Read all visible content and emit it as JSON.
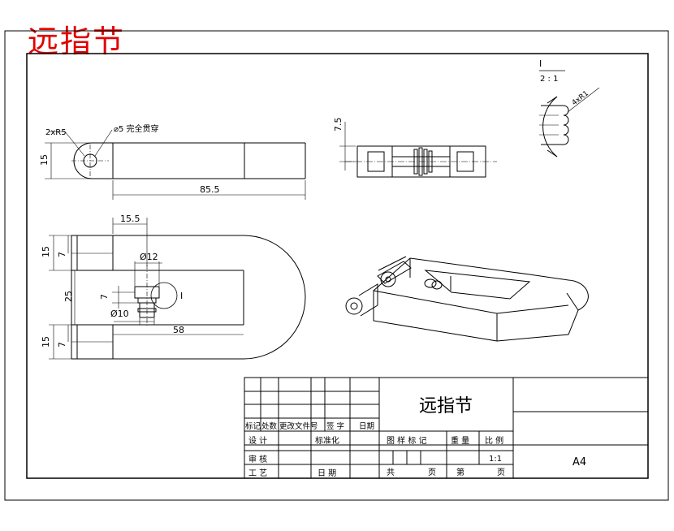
{
  "header": {
    "title": "远指节"
  },
  "colors": {
    "line": "#000000",
    "title": "#e00000",
    "background": "#ffffff"
  },
  "detail": {
    "label": "I",
    "scale": "2 : 1",
    "radius_note": "4xR1"
  },
  "top_view": {
    "label_2xr5": "2xR5",
    "label_through_hole": "⌀5 完全贯穿",
    "dim_height": "15",
    "dim_length": "85.5"
  },
  "side_view": {
    "dim_7_5": "7.5"
  },
  "front_view": {
    "dim_15_5": "15.5",
    "dim_15_top": "15",
    "dim_7_top": "7",
    "dim_25": "25",
    "dim_15_bottom": "15",
    "dim_7_bottom": "7",
    "dim_phi12": "Ø12",
    "dim_7_mid": "7",
    "dim_phi10": "Ø10",
    "dim_58": "58",
    "detail_marker": "I"
  },
  "title_block": {
    "part_name": "远指节",
    "format": "A4",
    "col_mark": "标记",
    "col_count": "处数",
    "col_change": "更改文件号",
    "col_sign": "签 字",
    "col_date": "日期",
    "design": "设 计",
    "standardize": "标准化",
    "review": "审 核",
    "process": "工 艺",
    "date": "日 期",
    "stage_mark": "图 样 标 记",
    "weight": "重 量",
    "ratio": "比 例",
    "ratio_value": "1:1",
    "total": "共",
    "page": "页",
    "sheet": "第",
    "page2": "页"
  }
}
